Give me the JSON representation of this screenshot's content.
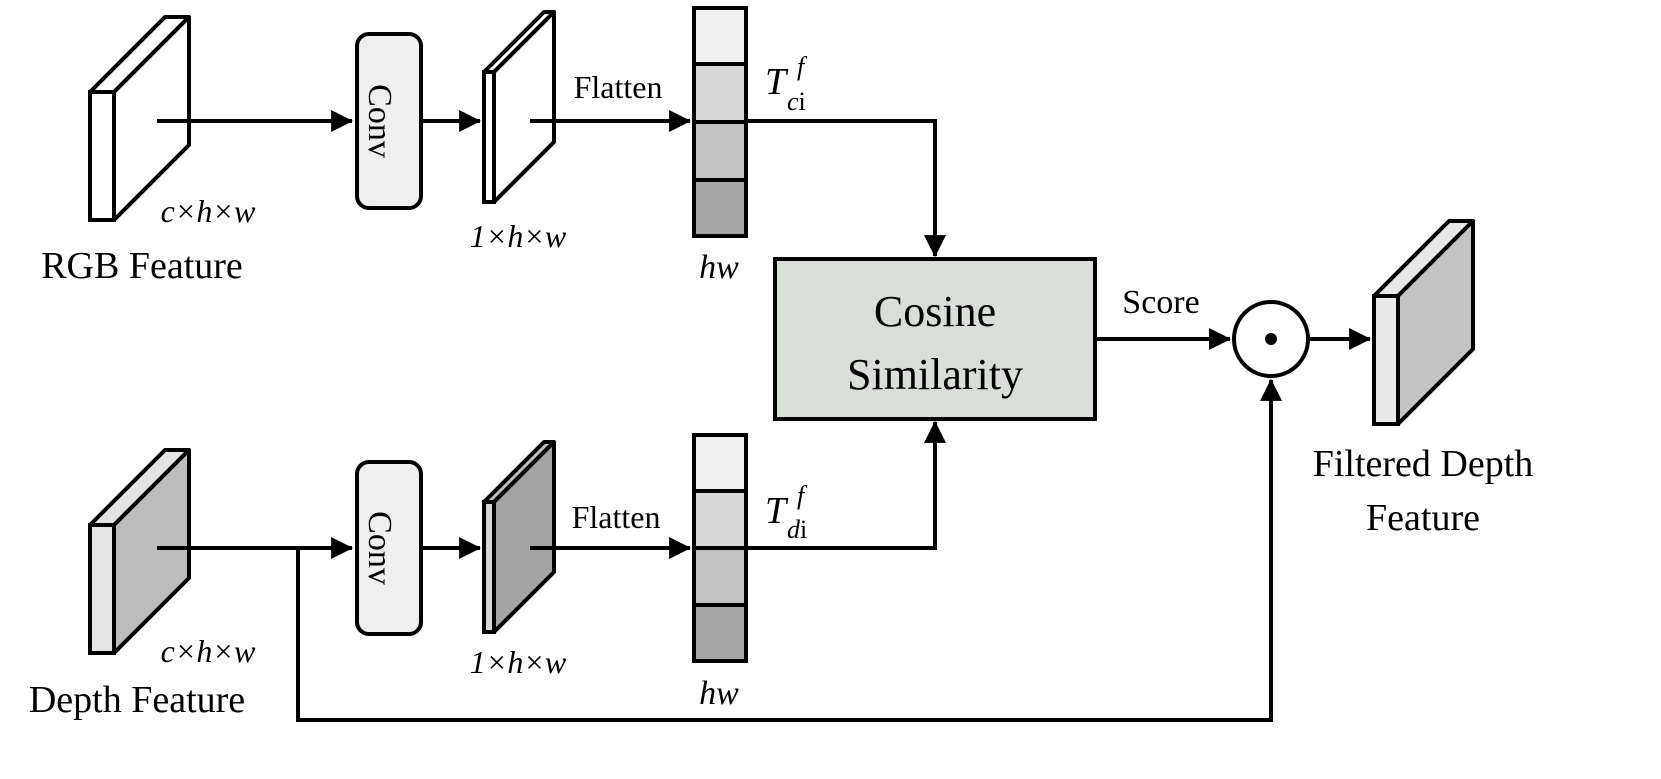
{
  "colors": {
    "stroke": "#000000",
    "feature_front_rgb": "#ffffff",
    "feature_front_depth": "#e4e4e4",
    "feature_side_depth": "#bdbdbd",
    "conv_fill": "#efefef",
    "cosine_fill": "#d9ded9",
    "token_cells": [
      "#f0f0f0",
      "#d8d8d8",
      "#c2c2c2",
      "#a6a6a6"
    ],
    "filtered_front": "#e8e8e8",
    "filtered_side": "#c4c4c4"
  },
  "top_branch": {
    "input_dims": "c×h×w",
    "input_label": "RGB Feature",
    "conv_label": "Conv",
    "conv_out_dims": "1×h×w",
    "flatten_label": "Flatten",
    "token_dim": "hw",
    "token_symbol": "T",
    "token_sup": "f",
    "token_sub": "ci"
  },
  "bottom_branch": {
    "input_dims": "c×h×w",
    "input_label": "Depth Feature",
    "conv_label": "Conv",
    "conv_out_dims": "1×h×w",
    "flatten_label": "Flatten",
    "token_dim": "hw",
    "token_symbol": "T",
    "token_sup": "f",
    "token_sub": "di"
  },
  "cosine": {
    "line1": "Cosine",
    "line2": "Similarity"
  },
  "score_label": "Score",
  "multiply_symbol": "⊙",
  "output_label": {
    "line1": "Filtered Depth",
    "line2": "Feature"
  }
}
